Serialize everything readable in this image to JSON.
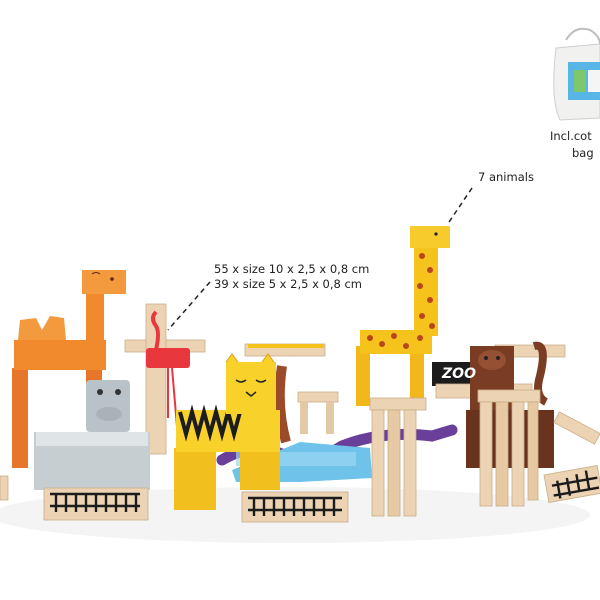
{
  "annotations": {
    "animals": "7 animals",
    "size_large": "55 x size 10 x 2,5 x 0,8 cm",
    "size_small": "39 x size 5 x 2,5 x 0,8 cm"
  },
  "bag": {
    "caption_line1": "Incl.cot",
    "caption_line2": "bag"
  },
  "zoo_sign": "ZOO",
  "colors": {
    "background": "#ffffff",
    "camel": "#f08a2c",
    "giraffe": "#f6c21c",
    "giraffe_spots": "#b8471c",
    "tiger": "#f8d22a",
    "hippo": "#b9c2c7",
    "monkey": "#7a3d24",
    "flamingo": "#e8383e",
    "water": "#6fc3ea",
    "natural_wood": "#ecd3b3"
  }
}
